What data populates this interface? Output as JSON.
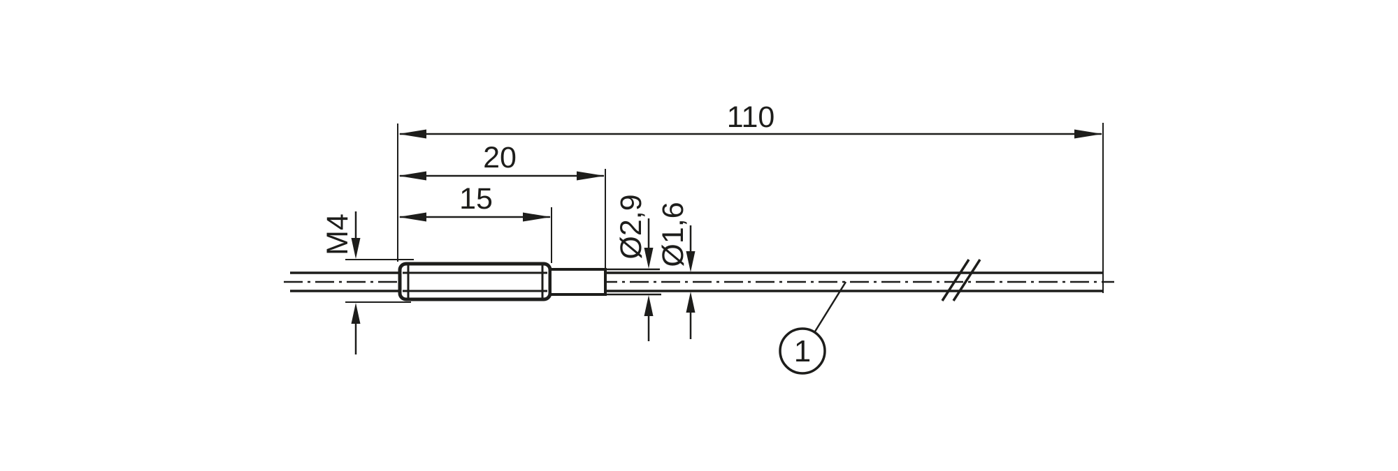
{
  "meta": {
    "description": "Technical dimension drawing of an M4 threaded cable temperature probe with 110 mm sheath"
  },
  "colors": {
    "ink": "#1d1d1b",
    "background": "#ffffff"
  },
  "labels": {
    "overall_length": "110",
    "head_length": "20",
    "thread_length": "15",
    "thread_size": "M4",
    "collar_diameter": "Ø2,9",
    "probe_diameter": "Ø1,6",
    "callout_1": "1"
  }
}
